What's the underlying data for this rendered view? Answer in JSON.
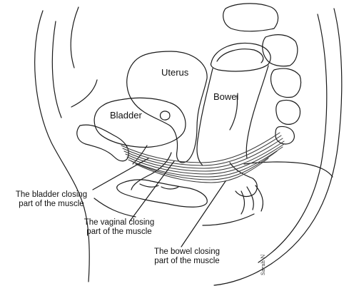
{
  "organs": {
    "uterus": "Uterus",
    "bladder": "Bladder",
    "bowel": "Bowel"
  },
  "callouts": {
    "bladder": {
      "line1": "The bladder closing",
      "line2": "part of the muscle"
    },
    "vaginal": {
      "line1": "The vaginal closing",
      "line2": "part of the muscle"
    },
    "bowel": {
      "line1": "The bowel closing",
      "line2": "part of the muscle"
    }
  },
  "signature": "Sarah N",
  "colors": {
    "ink": "#1a1a1a",
    "muscle": "#3a3a3a",
    "background": "#ffffff"
  }
}
